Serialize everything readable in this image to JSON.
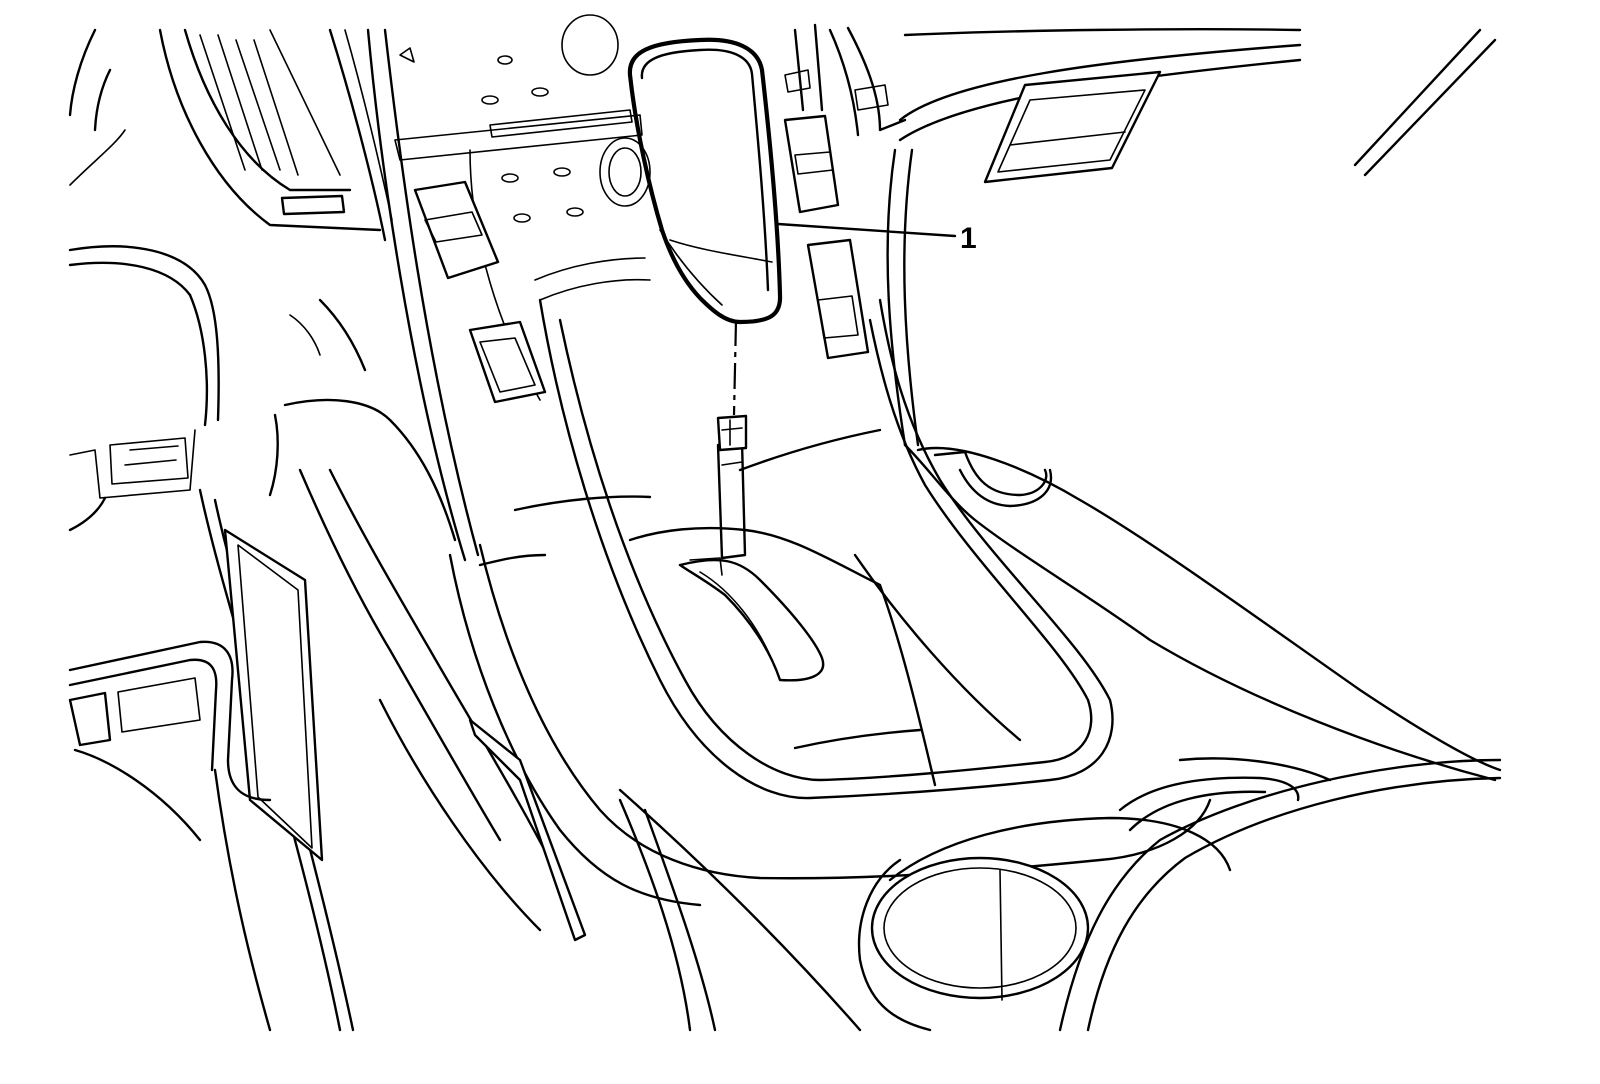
{
  "diagram": {
    "callouts": [
      {
        "id": "1",
        "label": "1",
        "part": "shift-knob"
      }
    ],
    "colors": {
      "line": "#000000",
      "background": "#ffffff"
    }
  }
}
